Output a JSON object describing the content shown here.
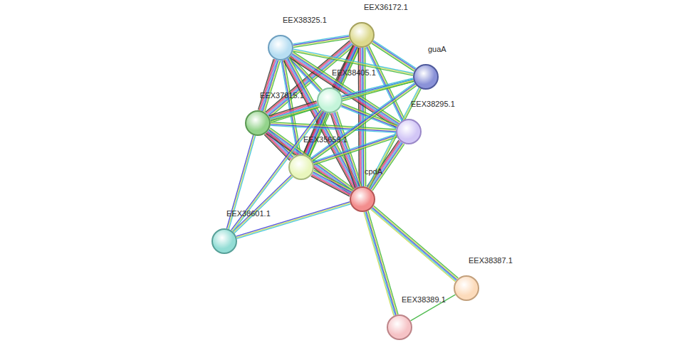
{
  "diagram": {
    "nodes": [
      {
        "text": [
          "EEX36172.1"
        ]
      },
      {
        "text": [
          "EEX38325.1"
        ]
      },
      {
        "text": [
          "guaA"
        ]
      },
      {
        "text": [
          "EEX38405.1"
        ]
      },
      {
        "text": [
          "EEX37815.1"
        ]
      },
      {
        "text": [
          "EEX38295.1"
        ]
      },
      {
        "text": [
          "EEX35659.1"
        ]
      },
      {
        "text": [
          "cpdA"
        ]
      },
      {
        "text": [
          "EEX38601.1"
        ]
      },
      {
        "text": [
          "EEX38387.1"
        ]
      },
      {
        "text": [
          "EEX38389.1"
        ]
      }
    ],
    "edges": [
      {
        "from": 0,
        "to": 1,
        "arrow": "none"
      },
      {
        "from": 0,
        "to": 3,
        "arrow": "none"
      },
      {
        "from": 0,
        "to": 4,
        "arrow": "none"
      },
      {
        "from": 0,
        "to": 5,
        "arrow": "none"
      },
      {
        "from": 0,
        "to": 6,
        "arrow": "none"
      },
      {
        "from": 0,
        "to": 7,
        "arrow": "none"
      },
      {
        "from": 1,
        "to": 3,
        "arrow": "none"
      },
      {
        "from": 1,
        "to": 4,
        "arrow": "none"
      },
      {
        "from": 1,
        "to": 5,
        "arrow": "none"
      },
      {
        "from": 1,
        "to": 6,
        "arrow": "none"
      },
      {
        "from": 1,
        "to": 7,
        "arrow": "none"
      },
      {
        "from": 3,
        "to": 4,
        "arrow": "none"
      },
      {
        "from": 3,
        "to": 5,
        "arrow": "none"
      },
      {
        "from": 3,
        "to": 6,
        "arrow": "none"
      },
      {
        "from": 3,
        "to": 7,
        "arrow": "none"
      },
      {
        "from": 4,
        "to": 5,
        "arrow": "none"
      },
      {
        "from": 4,
        "to": 6,
        "arrow": "none"
      },
      {
        "from": 4,
        "to": 7,
        "arrow": "none"
      },
      {
        "from": 5,
        "to": 6,
        "arrow": "none"
      },
      {
        "from": 5,
        "to": 7,
        "arrow": "none"
      },
      {
        "from": 6,
        "to": 7,
        "arrow": "none"
      },
      {
        "from": 2,
        "to": 0,
        "arrow": "none"
      },
      {
        "from": 2,
        "to": 1,
        "arrow": "none"
      },
      {
        "from": 2,
        "to": 3,
        "arrow": "none"
      },
      {
        "from": 2,
        "to": 4,
        "arrow": "none"
      },
      {
        "from": 2,
        "to": 6,
        "arrow": "none"
      },
      {
        "from": 2,
        "to": 7,
        "arrow": "none"
      },
      {
        "from": 8,
        "to": 4,
        "arrow": "none"
      },
      {
        "from": 8,
        "to": 6,
        "arrow": "none"
      },
      {
        "from": 8,
        "to": 7,
        "arrow": "none"
      },
      {
        "from": 8,
        "to": 3,
        "arrow": "none"
      },
      {
        "from": 7,
        "to": 9,
        "arrow": "none"
      },
      {
        "from": 7,
        "to": 10,
        "arrow": "none"
      },
      {
        "from": 9,
        "to": 10,
        "arrow": "none"
      }
    ]
  }
}
